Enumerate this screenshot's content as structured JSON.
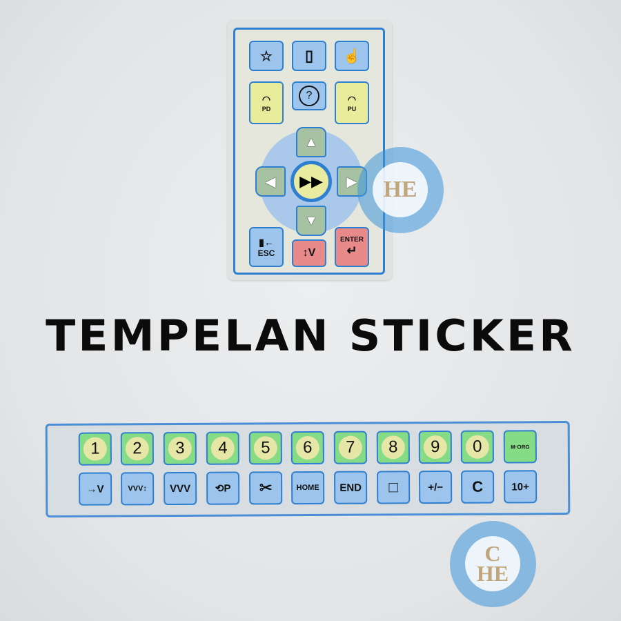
{
  "title": "TEMPELAN STICKER",
  "top_panel": {
    "row1": [
      "pattern-select-icon",
      "floppy-save-icon",
      "hand-pointer-icon"
    ],
    "pd_label": "PD",
    "help_label": "?",
    "pu_label": "PU",
    "dpad": {
      "up": "▲",
      "left": "◀",
      "right": "▶",
      "down": "▼",
      "center": "▶▶"
    },
    "esc_label": "ESC",
    "needle_label": "↕V",
    "enter_label": "ENTER",
    "enter_arrow": "↵"
  },
  "strip": {
    "digits": [
      "1",
      "2",
      "3",
      "4",
      "5",
      "6",
      "7",
      "8",
      "9",
      "0"
    ],
    "morg_label": "M·ORG",
    "row2": [
      {
        "icon": "needle-feed-icon",
        "glyph": "→V"
      },
      {
        "icon": "multi-needle-up-down-icon",
        "glyph": "VVV↕"
      },
      {
        "icon": "multi-needle-icon",
        "glyph": "VVV"
      },
      {
        "icon": "rotate-pattern-icon",
        "glyph": "⟲P"
      },
      {
        "icon": "scissors-icon",
        "glyph": "✂"
      },
      {
        "icon": "home-icon",
        "glyph": "HOME"
      },
      {
        "icon": "end-icon",
        "glyph": "END"
      },
      {
        "icon": "page-icon",
        "glyph": "□"
      },
      {
        "icon": "plus-minus-icon",
        "glyph": "+/−"
      },
      {
        "icon": "clear-icon",
        "glyph": "C"
      },
      {
        "icon": "ten-plus-icon",
        "glyph": "10+"
      }
    ]
  },
  "watermark": {
    "text": "HE",
    "text2": "C",
    "color": "#3c96dc"
  },
  "colors": {
    "border": "#2f7fd0",
    "blue_key": "#9cc4ec",
    "yellow_key": "#e8eb9a",
    "red_key": "#e88a8a",
    "green_key": "#86dc86"
  }
}
